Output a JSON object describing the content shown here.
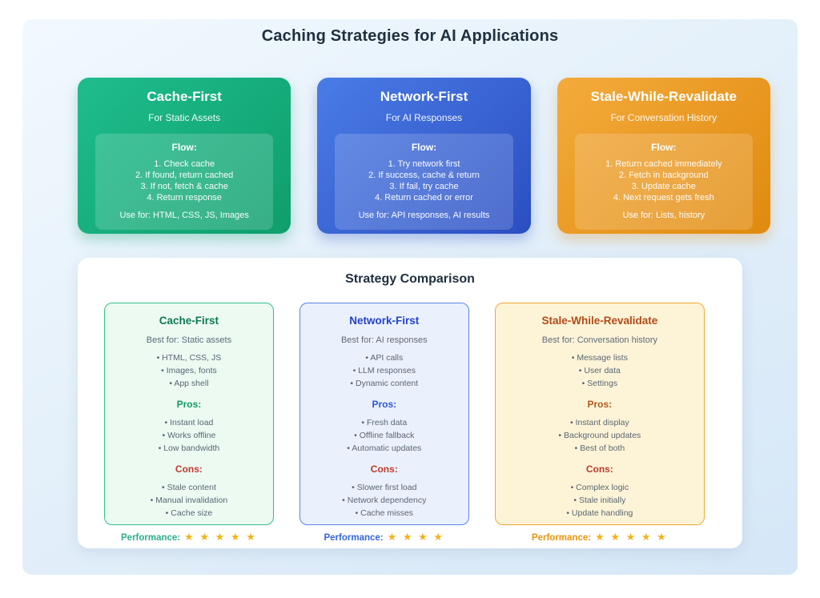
{
  "page": {
    "title": "Caching Strategies for AI Applications",
    "background_color": "#ffffff",
    "panel_gradient": [
      "#f2f9fe",
      "#d5e7f7"
    ],
    "heading_color": "#20303f"
  },
  "strategy_cards": [
    {
      "title": "Cache-First",
      "subtitle": "For Static Assets",
      "flow_label": "Flow:",
      "steps": [
        "1. Check cache",
        "2. If found, return cached",
        "3. If not, fetch & cache",
        "4. Return response"
      ],
      "use_for": "Use for: HTML, CSS, JS, Images",
      "gradient_start": "#1fbd8d",
      "gradient_end": "#0f9e6c"
    },
    {
      "title": "Network-First",
      "subtitle": "For AI Responses",
      "flow_label": "Flow:",
      "steps": [
        "1. Try network first",
        "2. If success, cache & return",
        "3. If fail, try cache",
        "4. Return cached or error"
      ],
      "use_for": "Use for: API responses, AI results",
      "gradient_start": "#4a7ce6",
      "gradient_end": "#2b4ec2"
    },
    {
      "title": "Stale-While-Revalidate",
      "subtitle": "For Conversation History",
      "flow_label": "Flow:",
      "steps": [
        "1. Return cached immediately",
        "2. Fetch in background",
        "3. Update cache",
        "4. Next request gets fresh"
      ],
      "use_for": "Use for: Lists, history",
      "gradient_start": "#f4ab3c",
      "gradient_end": "#e08a0e"
    }
  ],
  "comparison": {
    "title": "Strategy Comparison",
    "cons_color": "#c0392b",
    "star_color": "#f2b31c",
    "cards": [
      {
        "title": "Cache-First",
        "best_for": "Best for: Static assets",
        "use_cases": [
          "HTML, CSS, JS",
          "Images, fonts",
          "App shell"
        ],
        "pros_label": "Pros:",
        "pros": [
          "Instant load",
          "Works offline",
          "Low bandwidth"
        ],
        "cons_label": "Cons:",
        "cons": [
          "Stale content",
          "Manual invalidation",
          "Cache size"
        ],
        "performance_label": "Performance:",
        "stars": 5,
        "accent_color": "#0e7a55",
        "border_color": "#35c08c",
        "background_color": "#ecfaf2",
        "performance_color": "#2aae8c"
      },
      {
        "title": "Network-First",
        "best_for": "Best for: AI responses",
        "use_cases": [
          "API calls",
          "LLM responses",
          "Dynamic content"
        ],
        "pros_label": "Pros:",
        "pros": [
          "Fresh data",
          "Offline fallback",
          "Automatic updates"
        ],
        "cons_label": "Cons:",
        "cons": [
          "Slower first load",
          "Network dependency",
          "Cache misses"
        ],
        "performance_label": "Performance:",
        "stars": 4,
        "accent_color": "#2443cd",
        "border_color": "#5b82e8",
        "background_color": "#eaf1fd",
        "performance_color": "#3566e0"
      },
      {
        "title": "Stale-While-Revalidate",
        "best_for": "Best for: Conversation history",
        "use_cases": [
          "Message lists",
          "User data",
          "Settings"
        ],
        "pros_label": "Pros:",
        "pros": [
          "Instant display",
          "Background updates",
          "Best of both"
        ],
        "cons_label": "Cons:",
        "cons": [
          "Complex logic",
          "Stale initially",
          "Update handling"
        ],
        "performance_label": "Performance:",
        "stars": 5,
        "accent_color": "#b34a18",
        "border_color": "#f0a832",
        "background_color": "#fdf4d8",
        "performance_color": "#e8960f"
      }
    ]
  }
}
